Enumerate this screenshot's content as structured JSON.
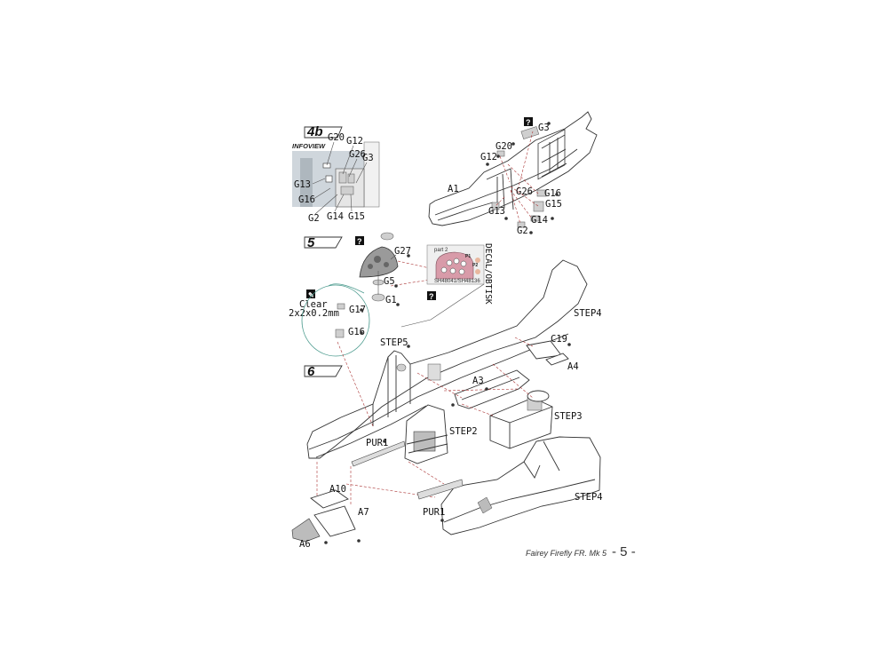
{
  "footer": {
    "model": "Fairey Firefly FR. Mk 5",
    "page": "- 5 -"
  },
  "steps": {
    "s4b": "4b",
    "s5": "5",
    "s6": "6"
  },
  "infoview": "INFOVIEW",
  "decal": {
    "side_label": "DECAL/OBTISK",
    "part": "part 2",
    "p1": "P1",
    "p2": "P2",
    "code": "SH48041/SH48136"
  },
  "clear_note": {
    "line1": "Clear",
    "line2": "2x2x0.2mm"
  },
  "labels": {
    "g20_4b": "G20",
    "g12_4b": "G12",
    "g26_4b": "G26",
    "g3_4b": "G3",
    "g13_4b": "G13",
    "g16_4b": "G16",
    "g2_4b": "G2",
    "g14_4b": "G14",
    "g15_4b": "G15",
    "g3": "G3",
    "g20": "G20",
    "g12": "G12",
    "a1": "A1",
    "g26": "G26",
    "g16": "G16",
    "g15": "G15",
    "g13": "G13",
    "g14": "G14",
    "g2": "G2",
    "g27": "G27",
    "g5": "G5",
    "g1": "G1",
    "g17_5": "G17",
    "g16_5": "G16",
    "step4_top": "STEP4",
    "c19": "C19",
    "a4": "A4",
    "step5": "STEP5",
    "a3": "A3",
    "step3": "STEP3",
    "step2": "STEP2",
    "pur1_top": "PUR1",
    "a10": "A10",
    "a7": "A7",
    "a6": "A6",
    "pur1_bottom": "PUR1",
    "step4_bottom": "STEP4"
  }
}
